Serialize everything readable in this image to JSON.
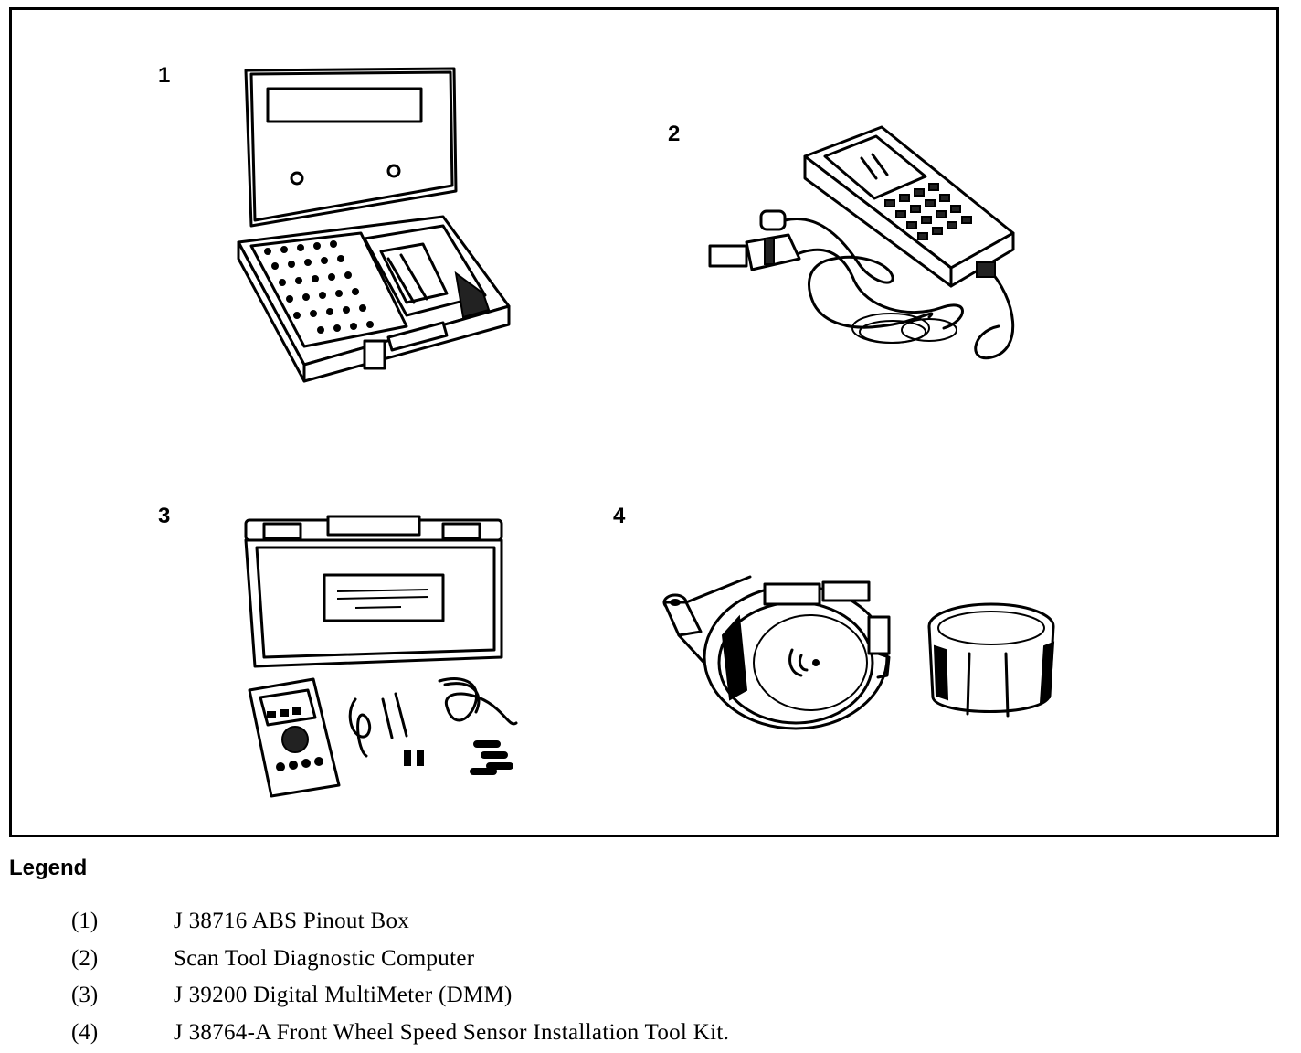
{
  "figure": {
    "callouts": [
      "1",
      "2",
      "3",
      "4"
    ],
    "items": [
      {
        "icon": "pinout-box-case-icon"
      },
      {
        "icon": "scan-tool-icon"
      },
      {
        "icon": "multimeter-kit-icon"
      },
      {
        "icon": "sensor-installation-tool-icon"
      }
    ]
  },
  "legend": {
    "title": "Legend",
    "entries": [
      {
        "number": "(1)",
        "text": "J 38716 ABS Pinout Box"
      },
      {
        "number": "(2)",
        "text": "Scan Tool Diagnostic Computer"
      },
      {
        "number": "(3)",
        "text": "J 39200 Digital MultiMeter (DMM)"
      },
      {
        "number": "(4)",
        "text": "J 38764-A Front Wheel Speed Sensor Installation Tool Kit."
      }
    ]
  }
}
